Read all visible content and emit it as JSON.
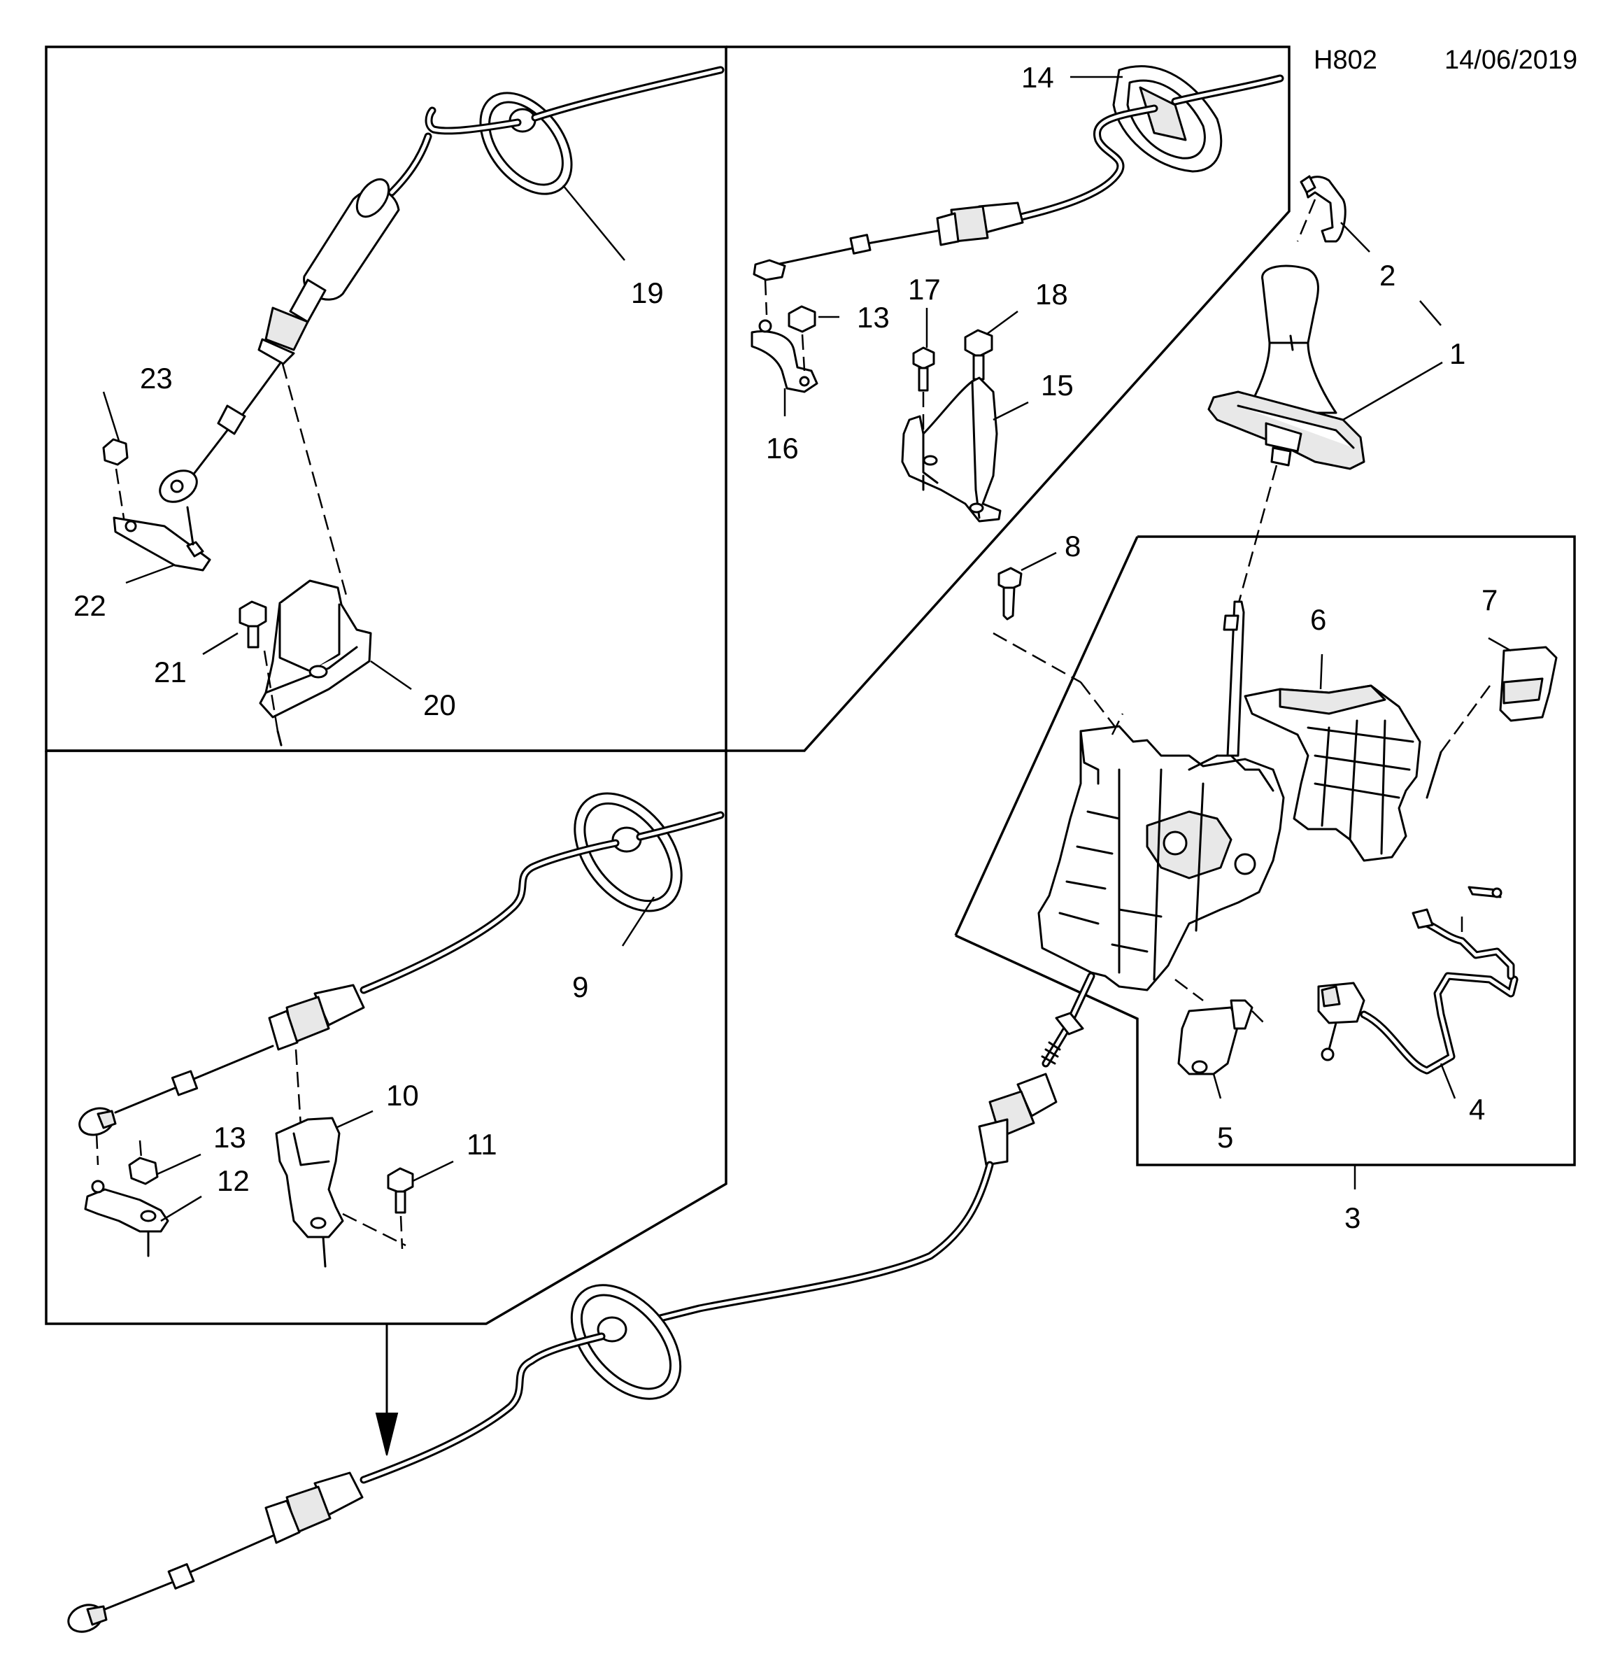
{
  "header": {
    "code": "H802",
    "date": "14/06/2019"
  },
  "callouts": [
    "1",
    "2",
    "3",
    "4",
    "5",
    "6",
    "7",
    "8",
    "9",
    "10",
    "11",
    "12",
    "13",
    "13",
    "14",
    "15",
    "16",
    "17",
    "18",
    "19",
    "20",
    "21",
    "22",
    "23"
  ]
}
